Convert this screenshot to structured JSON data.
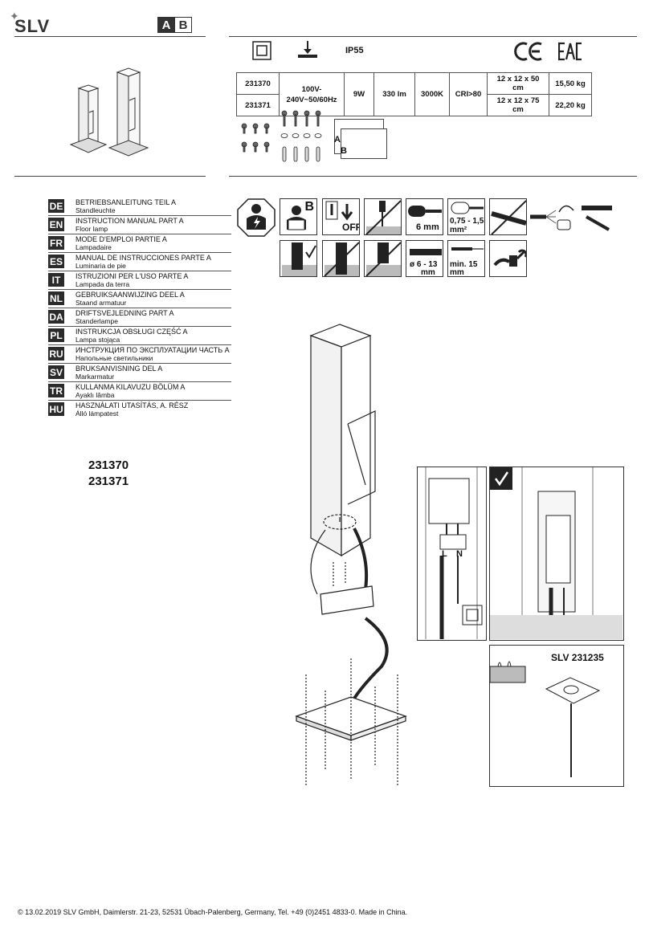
{
  "brand": {
    "logo": "SLV",
    "part_a": "A",
    "part_b": "B"
  },
  "header": {
    "ip_rating": "IP55"
  },
  "spec_table": {
    "rows": [
      {
        "model": "231370",
        "voltage": "100V-\n240V~50/60Hz",
        "power": "9W",
        "lumen": "330 lm",
        "cct": "3000K",
        "cri": "CRI>80",
        "size": "12 x 12 x 50 cm",
        "weight": "15,50 kg"
      },
      {
        "model": "231371",
        "size": "12 x 12 x 75 cm",
        "weight": "22,20 kg"
      }
    ]
  },
  "kit": {
    "label_a": "A",
    "label_b": "B"
  },
  "languages": [
    {
      "code": "DE",
      "title": "BETRIEBSANLEITUNG TEIL A",
      "subtitle": "Standleuchte"
    },
    {
      "code": "EN",
      "title": "INSTRUCTION MANUAL PART A",
      "subtitle": "Floor lamp"
    },
    {
      "code": "FR",
      "title": "MODE D'EMPLOI PARTIE A",
      "subtitle": "Lampadaire"
    },
    {
      "code": "ES",
      "title": "MANUAL DE INSTRUCCIONES PARTE A",
      "subtitle": "Luminaria de pie"
    },
    {
      "code": "IT",
      "title": "ISTRUZIONI PER L'USO PARTE A",
      "subtitle": "Lampada da terra"
    },
    {
      "code": "NL",
      "title": "GEBRUIKSAANWIJZING DEEL A",
      "subtitle": "Staand armatuur"
    },
    {
      "code": "DA",
      "title": "DRIFTSVEJLEDNING PART A",
      "subtitle": "Standerlampe"
    },
    {
      "code": "PL",
      "title": "INSTRUKCJA OBSŁUGI CZĘŚĆ A",
      "subtitle": "Lampa stojąca"
    },
    {
      "code": "RU",
      "title": "ИНСТРУКЦИЯ ПО ЭКСПЛУАТАЦИИ ЧАСТЬ А",
      "subtitle": "Напольные светильники"
    },
    {
      "code": "SV",
      "title": "BRUKSANVISNING DEL A",
      "subtitle": "Markarmatur"
    },
    {
      "code": "TR",
      "title": "KULLANMA KILAVUZU BÖLÜM A",
      "subtitle": "Ayaklı lâmba"
    },
    {
      "code": "HU",
      "title": "HASZNÁLATI UTASÍTÁS, A. RÉSZ",
      "subtitle": "Álló lámpatest"
    }
  ],
  "models": [
    "231370",
    "231371"
  ],
  "pictograms": {
    "read_b": "B",
    "off": "OFF",
    "strip": "6 mm",
    "cross_section": "0,75 - 1,5",
    "cross_unit": "mm²",
    "cable_dia": "ø  6 - 13",
    "cable_dia_unit": "mm",
    "min_len": "min. 15",
    "min_len_unit": "mm"
  },
  "wiring": {
    "live": "L",
    "neutral": "N"
  },
  "accessory": "SLV 231235",
  "footer": "© 13.02.2019  SLV GmbH, Daimlerstr. 21-23, 52531 Übach-Palenberg, Germany, Tel. +49 (0)2451 4833-0. Made in China."
}
